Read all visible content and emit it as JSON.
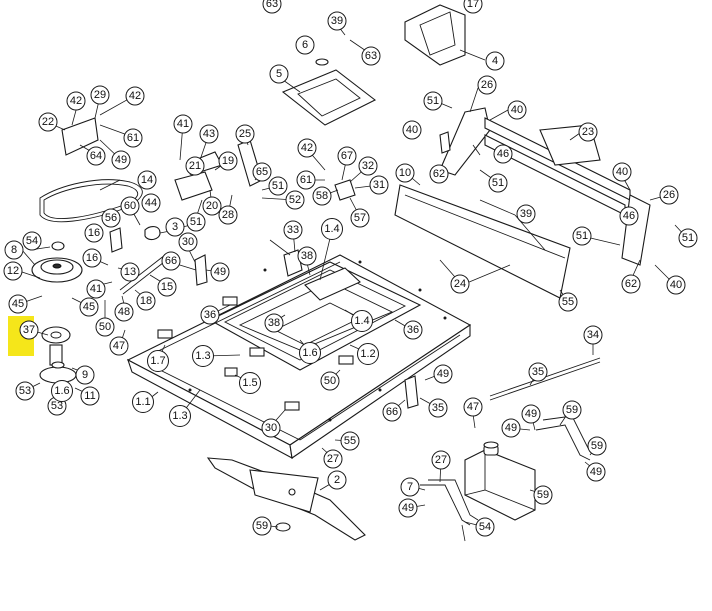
{
  "diagram": {
    "highlight_color": "#f5e61a",
    "highlighted_callout": "37",
    "callouts": [
      "63",
      "39",
      "17",
      "6",
      "63",
      "4",
      "5",
      "26",
      "51",
      "40",
      "23",
      "42",
      "29",
      "42",
      "22",
      "61",
      "64",
      "49",
      "41",
      "43",
      "25",
      "21",
      "19",
      "65",
      "20",
      "28",
      "51",
      "52",
      "42",
      "67",
      "32",
      "61",
      "58",
      "31",
      "57",
      "40",
      "46",
      "62",
      "51",
      "10",
      "39",
      "40",
      "26",
      "46",
      "51",
      "51",
      "62",
      "40",
      "14",
      "44",
      "60",
      "3",
      "51",
      "56",
      "16",
      "54",
      "8",
      "33",
      "1.4",
      "38",
      "30",
      "66",
      "49",
      "16",
      "12",
      "13",
      "41",
      "15",
      "18",
      "45",
      "45",
      "50",
      "48",
      "47",
      "37",
      "9",
      "53",
      "11",
      "53",
      "1.6",
      "36",
      "38",
      "1.4",
      "36",
      "1.6",
      "1.2",
      "1.3",
      "1.7",
      "1.5",
      "50",
      "24",
      "55",
      "1.1",
      "1.3",
      "30",
      "49",
      "66",
      "35",
      "34",
      "35",
      "47",
      "55",
      "27",
      "59",
      "49",
      "49",
      "59",
      "27",
      "2",
      "49",
      "7",
      "59",
      "49",
      "54",
      "59"
    ]
  }
}
